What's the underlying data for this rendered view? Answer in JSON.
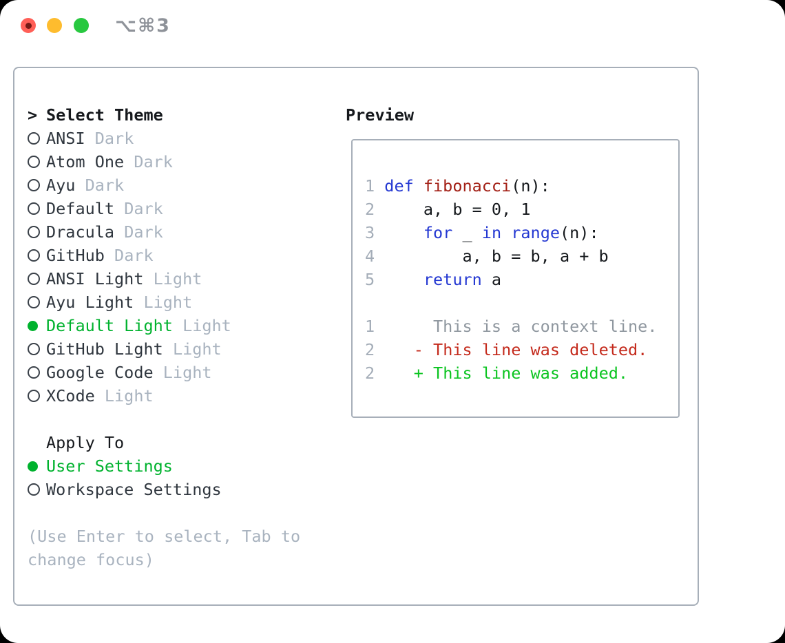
{
  "window": {
    "title": "⌥⌘3",
    "traffic_buttons": [
      "close",
      "minimize",
      "zoom"
    ]
  },
  "colors": {
    "page-bg": "#000000",
    "window-bg": "#ffffff",
    "text-black": "#15181c",
    "text-dark": "#2f363e",
    "text-muted": "#a9b3bf",
    "border-gray": "#a7afb9",
    "line-num": "#a4adb8",
    "accent-green": "#00b22e",
    "radio-outline": "#3a4149",
    "code-keyword": "#2438d2",
    "code-function": "#a32016",
    "code-plain": "#15181c",
    "diff-context": "#8f979f",
    "diff-deleted": "#c42a1c",
    "diff-added": "#0bc420",
    "traffic-red": "#ff5f57",
    "traffic-red-dot": "#751a15",
    "traffic-yellow": "#febc2e",
    "traffic-green": "#28c840",
    "title-gray": "#8e9299"
  },
  "theme_panel": {
    "header": {
      "cursor": ">",
      "label": "Select Theme"
    },
    "themes": [
      {
        "name": "ANSI",
        "variant": "Dark",
        "selected": false
      },
      {
        "name": "Atom One",
        "variant": "Dark",
        "selected": false
      },
      {
        "name": "Ayu",
        "variant": "Dark",
        "selected": false
      },
      {
        "name": "Default",
        "variant": "Dark",
        "selected": false
      },
      {
        "name": "Dracula",
        "variant": "Dark",
        "selected": false
      },
      {
        "name": "GitHub",
        "variant": "Dark",
        "selected": false
      },
      {
        "name": "ANSI Light",
        "variant": "Light",
        "selected": false
      },
      {
        "name": "Ayu Light",
        "variant": "Light",
        "selected": false
      },
      {
        "name": "Default Light",
        "variant": "Light",
        "selected": true
      },
      {
        "name": "GitHub Light",
        "variant": "Light",
        "selected": false
      },
      {
        "name": "Google Code",
        "variant": "Light",
        "selected": false
      },
      {
        "name": "XCode",
        "variant": "Light",
        "selected": false
      }
    ],
    "apply_to": {
      "label": "Apply To",
      "options": [
        {
          "name": "User Settings",
          "selected": true
        },
        {
          "name": "Workspace Settings",
          "selected": false
        }
      ]
    },
    "hint_lines": [
      "(Use Enter to select, Tab to",
      "change focus)"
    ]
  },
  "preview": {
    "label": "Preview",
    "code_lines": [
      {
        "tokens": [
          {
            "t": "1 ",
            "c": "num"
          },
          {
            "t": "def ",
            "c": "kw"
          },
          {
            "t": "fibonacci",
            "c": "fn"
          },
          {
            "t": "(n):",
            "c": "plain"
          }
        ]
      },
      {
        "tokens": [
          {
            "t": "2 ",
            "c": "num"
          },
          {
            "t": "    a, b = 0, 1",
            "c": "plain"
          }
        ]
      },
      {
        "tokens": [
          {
            "t": "3 ",
            "c": "num"
          },
          {
            "t": "    ",
            "c": "plain"
          },
          {
            "t": "for",
            "c": "kw"
          },
          {
            "t": " _ ",
            "c": "plain"
          },
          {
            "t": "in",
            "c": "kw"
          },
          {
            "t": " ",
            "c": "plain"
          },
          {
            "t": "range",
            "c": "kw"
          },
          {
            "t": "(n):",
            "c": "plain"
          }
        ]
      },
      {
        "tokens": [
          {
            "t": "4 ",
            "c": "num"
          },
          {
            "t": "        a, b = b, a + b",
            "c": "plain"
          }
        ]
      },
      {
        "tokens": [
          {
            "t": "5 ",
            "c": "num"
          },
          {
            "t": "    ",
            "c": "plain"
          },
          {
            "t": "return",
            "c": "kw"
          },
          {
            "t": " a",
            "c": "plain"
          }
        ]
      },
      {
        "tokens": []
      },
      {
        "tokens": [
          {
            "t": "1 ",
            "c": "num"
          },
          {
            "t": "     This is a context line.",
            "c": "ctx"
          }
        ]
      },
      {
        "tokens": [
          {
            "t": "2 ",
            "c": "num"
          },
          {
            "t": "   ",
            "c": "plain"
          },
          {
            "t": "- This line was deleted.",
            "c": "del"
          }
        ]
      },
      {
        "tokens": [
          {
            "t": "2 ",
            "c": "num"
          },
          {
            "t": "   ",
            "c": "plain"
          },
          {
            "t": "+ This line was added.",
            "c": "add"
          }
        ]
      }
    ]
  }
}
